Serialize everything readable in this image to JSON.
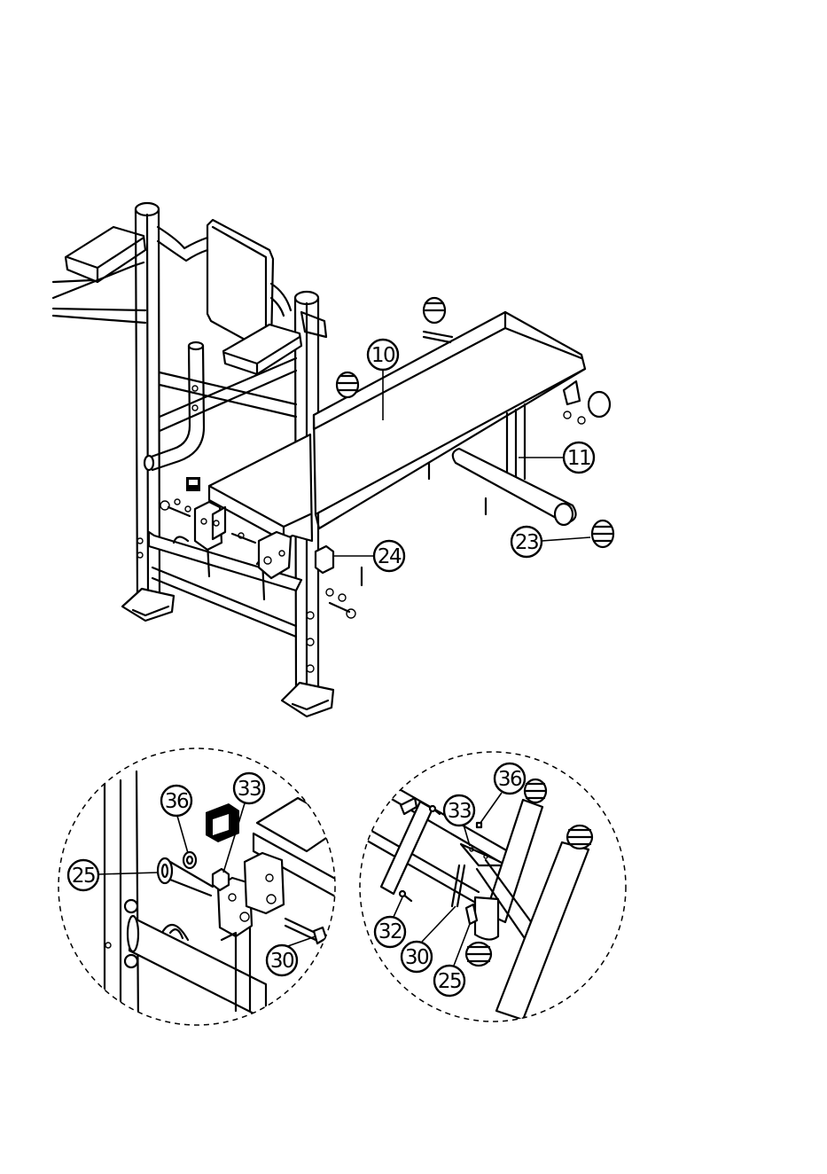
{
  "main_view": {
    "callouts": [
      {
        "label": "10"
      },
      {
        "label": "11"
      },
      {
        "label": "23"
      },
      {
        "label": "24"
      }
    ]
  },
  "detail_left": {
    "callouts": [
      {
        "label": "36"
      },
      {
        "label": "33"
      },
      {
        "label": "25"
      },
      {
        "label": "30"
      }
    ]
  },
  "detail_right": {
    "callouts": [
      {
        "label": "36"
      },
      {
        "label": "33"
      },
      {
        "label": "32"
      },
      {
        "label": "30"
      },
      {
        "label": "25"
      }
    ]
  }
}
